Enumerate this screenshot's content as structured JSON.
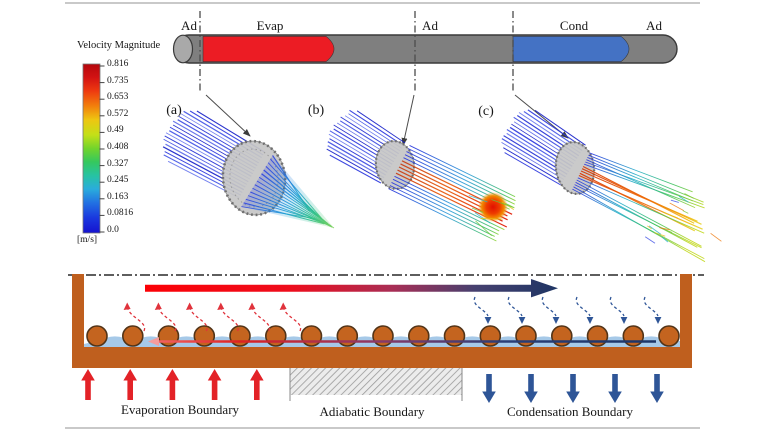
{
  "colorbar": {
    "title": "Velocity Magnitude",
    "unit": "[m/s]",
    "ticks": [
      "0.816",
      "0.735",
      "0.653",
      "0.572",
      "0.49",
      "0.408",
      "0.327",
      "0.245",
      "0.163",
      "0.0816",
      "0.0"
    ]
  },
  "heat_pipe": {
    "labels": [
      "Ad",
      "Evap",
      "Ad",
      "Cond",
      "Ad"
    ]
  },
  "panels": {
    "a": "(a)",
    "b": "(b)",
    "c": "(c)"
  },
  "boundaries": {
    "evaporation": "Evaporation Boundary",
    "adiabatic": "Adiabatic Boundary",
    "condensation": "Condensation Boundary"
  },
  "counts": {
    "tube_circles": 17,
    "evaporation_arrows": 5,
    "condensation_arrows": 5,
    "evaporation_vapor_arrows": 6,
    "condensation_vapor_arrows": 6
  },
  "colors": {
    "evaporator_red": "#ec1c24",
    "condenser_blue": "#4472c4",
    "pipe_gray": "#7f7f7f",
    "tray_brown": "#bf5f1e",
    "circle_brown": "#c4641f",
    "water_blue": "#a6c9e8",
    "evap_arrow_red": "#e32227",
    "cond_arrow_blue": "#2e5597",
    "vapor_arrow_start": "#ff0006",
    "vapor_arrow_end": "#1f3864"
  }
}
